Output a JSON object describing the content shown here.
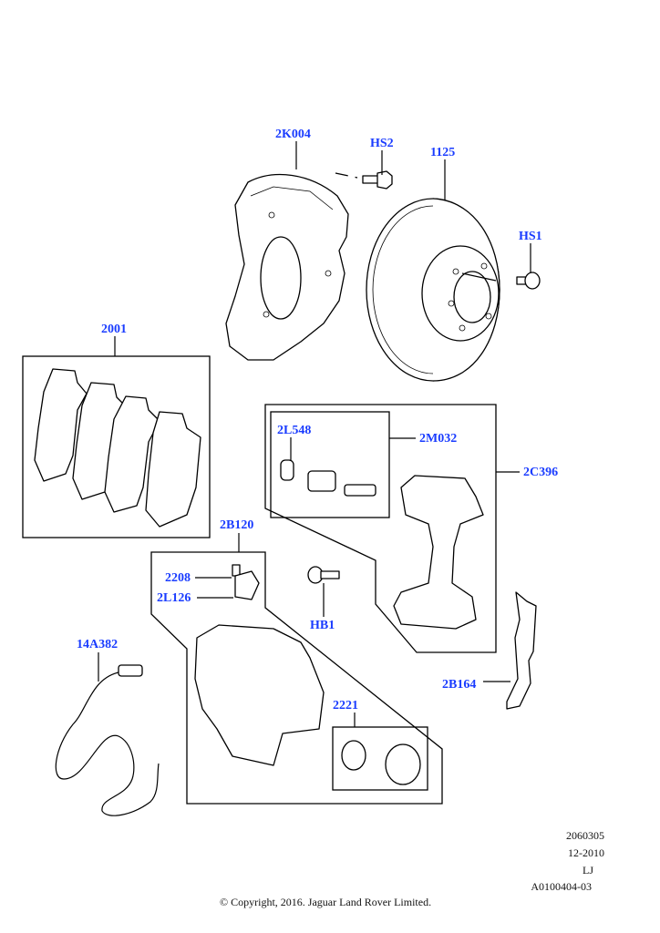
{
  "callouts": {
    "c_2k004": "2K004",
    "c_hs2": "HS2",
    "c_1125": "1125",
    "c_hs1": "HS1",
    "c_2001": "2001",
    "c_2l548": "2L548",
    "c_2m032": "2M032",
    "c_2c396": "2C396",
    "c_2b120": "2B120",
    "c_2208": "2208",
    "c_2l126": "2L126",
    "c_hb1": "HB1",
    "c_14a382": "14A382",
    "c_2221": "2221",
    "c_2b164": "2B164"
  },
  "footer": {
    "code": "2060305",
    "date": "12-2010",
    "initials": "LJ",
    "ref": "A0100404-03",
    "copyright": "© Copyright, 2016. Jaguar Land Rover Limited."
  },
  "colors": {
    "callout": "#1a3cff",
    "line": "#000000",
    "background": "#ffffff"
  }
}
